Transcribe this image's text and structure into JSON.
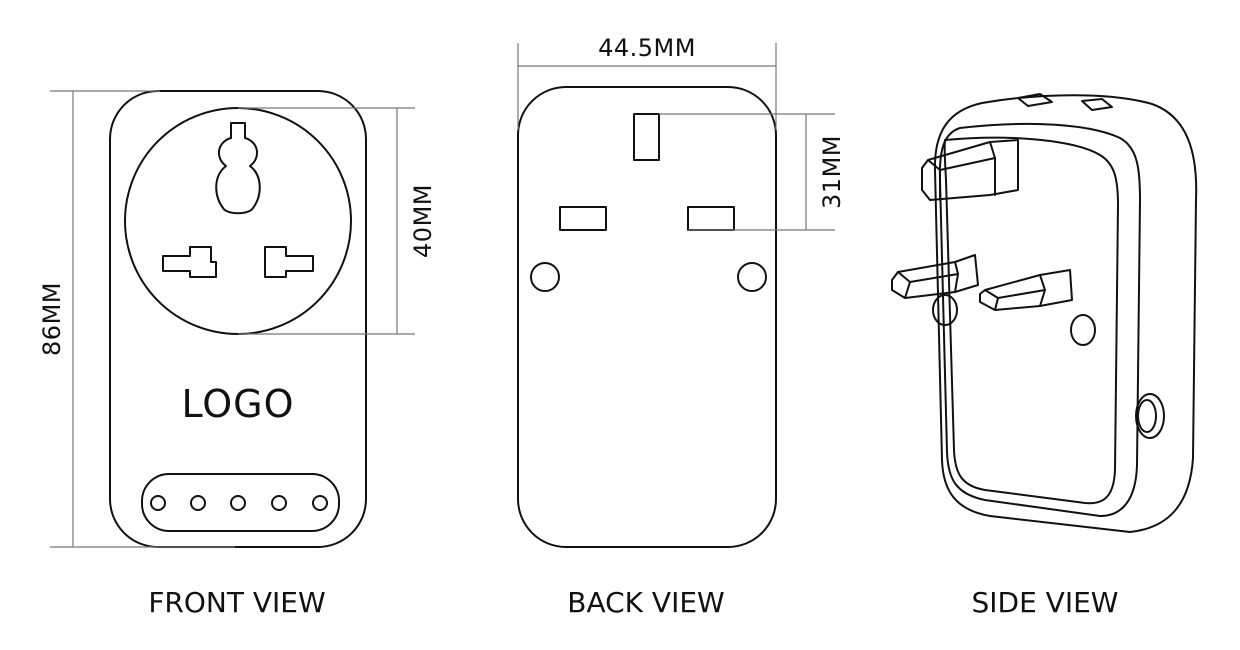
{
  "dimensions": {
    "width": "44.5MM",
    "height": "86MM",
    "socket_diameter": "40MM",
    "pin_span": "31MM"
  },
  "front_view": {
    "logo_text": "LOGO",
    "caption": "FRONT VIEW"
  },
  "back_view": {
    "caption": "BACK VIEW"
  },
  "side_view": {
    "caption": "SIDE VIEW"
  },
  "colors": {
    "line": "#111111",
    "dimension_line": "#777777",
    "background": "#ffffff"
  }
}
